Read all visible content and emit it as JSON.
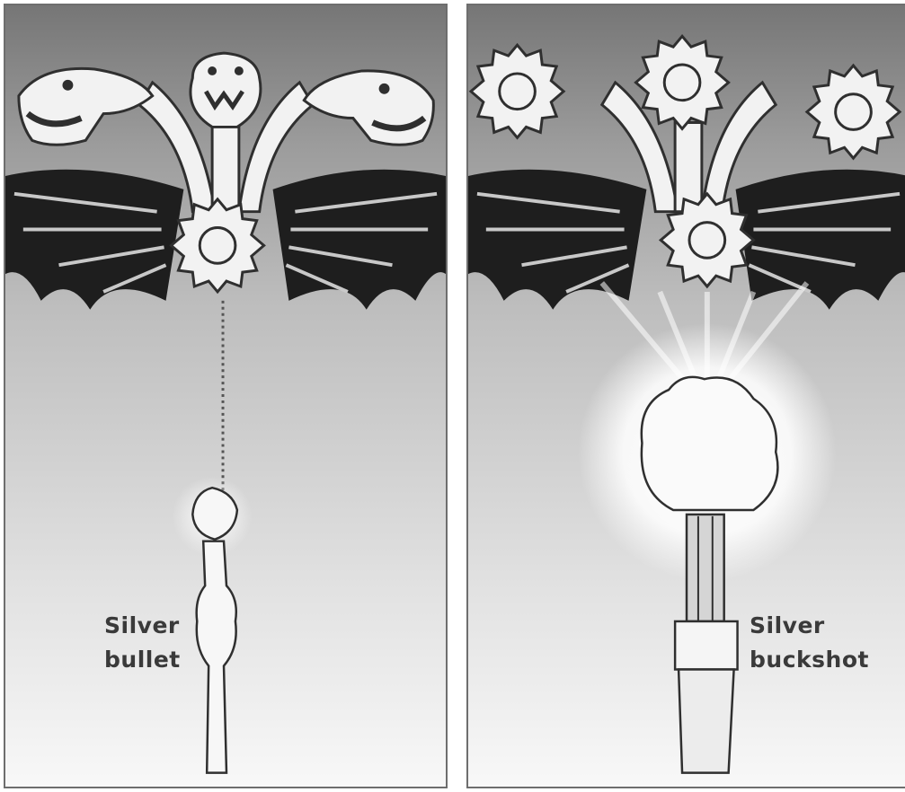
{
  "panels": [
    {
      "label_line1": "Silver",
      "label_line2": "bullet"
    },
    {
      "label_line1": "Silver",
      "label_line2": "buckshot"
    }
  ],
  "colors": {
    "ink": "#2f2f2f",
    "creature": "#f2f2f2",
    "wing": "#1e1e1e",
    "bg_top": "#767676",
    "bg_bottom": "#f8f8f8"
  },
  "icons": [
    "three-headed-monster-icon",
    "gear-icon",
    "gun-icon",
    "shotgun-icon",
    "muzzle-flash-icon"
  ]
}
